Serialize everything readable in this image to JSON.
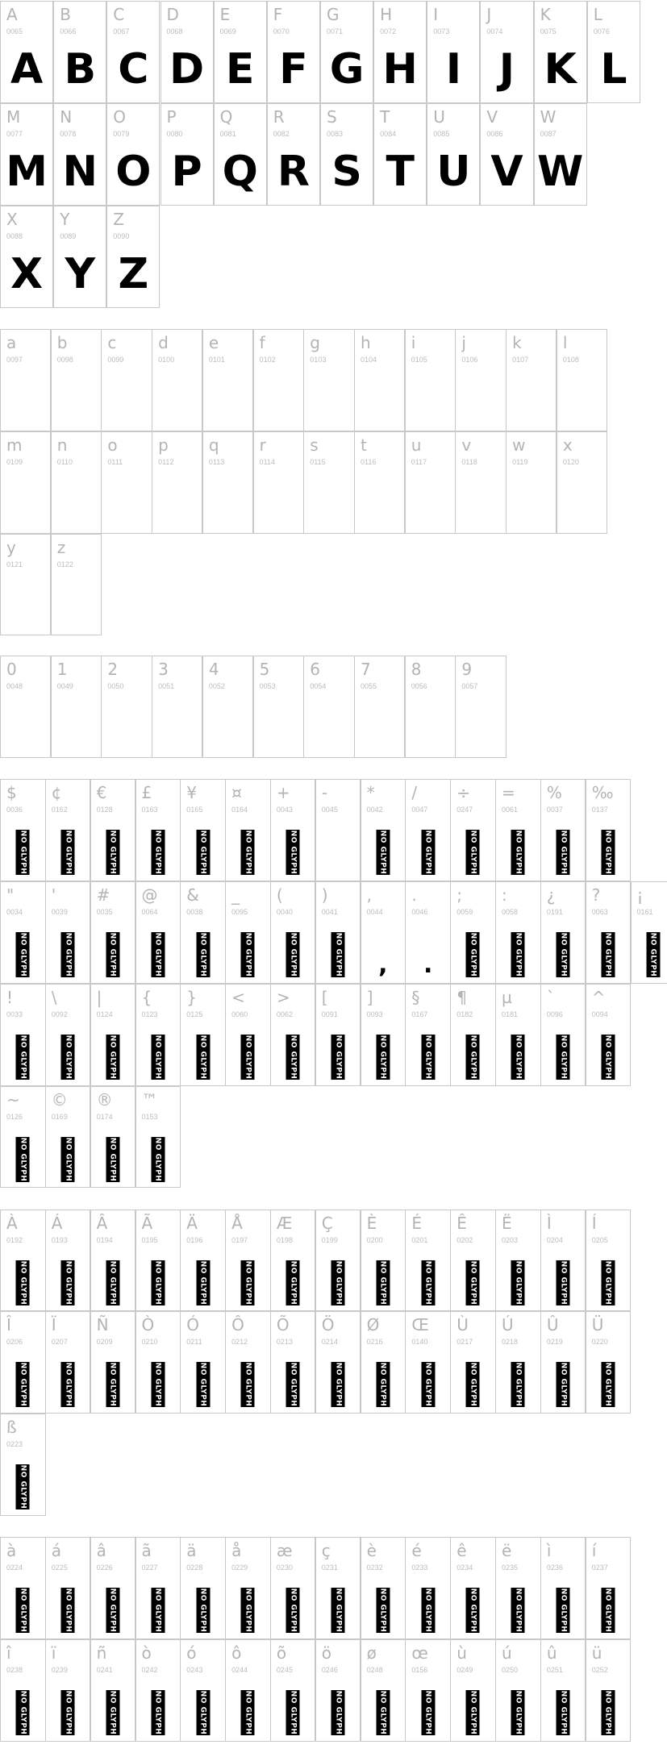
{
  "no_glyph_label": "NO GLYPH",
  "groups": [
    {
      "name": "uppercase",
      "rows": [
        [
          [
            "A",
            "0065",
            "glyph"
          ],
          [
            "B",
            "0066",
            "glyph"
          ],
          [
            "C",
            "0067",
            "glyph"
          ],
          [
            "D",
            "0068",
            "glyph"
          ],
          [
            "E",
            "0069",
            "glyph"
          ],
          [
            "F",
            "0070",
            "glyph"
          ],
          [
            "G",
            "0071",
            "glyph"
          ],
          [
            "H",
            "0072",
            "glyph"
          ],
          [
            "I",
            "0073",
            "glyph"
          ],
          [
            "J",
            "0074",
            "glyph"
          ],
          [
            "K",
            "0075",
            "glyph"
          ],
          [
            "L",
            "0076",
            "glyph"
          ]
        ],
        [
          [
            "M",
            "0077",
            "glyph"
          ],
          [
            "N",
            "0078",
            "glyph"
          ],
          [
            "O",
            "0079",
            "glyph"
          ],
          [
            "P",
            "0080",
            "glyph"
          ],
          [
            "Q",
            "0081",
            "glyph"
          ],
          [
            "R",
            "0082",
            "glyph"
          ],
          [
            "S",
            "0083",
            "glyph"
          ],
          [
            "T",
            "0084",
            "glyph"
          ],
          [
            "U",
            "0085",
            "glyph"
          ],
          [
            "V",
            "0086",
            "glyph"
          ],
          [
            "W",
            "0087",
            "glyph"
          ]
        ],
        [
          [
            "X",
            "0088",
            "glyph"
          ],
          [
            "Y",
            "0089",
            "glyph"
          ],
          [
            "Z",
            "0090",
            "glyph"
          ]
        ]
      ]
    },
    {
      "name": "lowercase",
      "rows": [
        [
          [
            "a",
            "0097",
            "empty"
          ],
          [
            "b",
            "0098",
            "empty"
          ],
          [
            "c",
            "0099",
            "empty"
          ],
          [
            "d",
            "0100",
            "empty"
          ],
          [
            "e",
            "0101",
            "empty"
          ],
          [
            "f",
            "0102",
            "empty"
          ],
          [
            "g",
            "0103",
            "empty"
          ],
          [
            "h",
            "0104",
            "empty"
          ],
          [
            "i",
            "0105",
            "empty"
          ],
          [
            "j",
            "0106",
            "empty"
          ],
          [
            "k",
            "0107",
            "empty"
          ],
          [
            "l",
            "0108",
            "empty"
          ]
        ],
        [
          [
            "m",
            "0109",
            "empty"
          ],
          [
            "n",
            "0110",
            "empty"
          ],
          [
            "o",
            "0111",
            "empty"
          ],
          [
            "p",
            "0112",
            "empty"
          ],
          [
            "q",
            "0113",
            "empty"
          ],
          [
            "r",
            "0114",
            "empty"
          ],
          [
            "s",
            "0115",
            "empty"
          ],
          [
            "t",
            "0116",
            "empty"
          ],
          [
            "u",
            "0117",
            "empty"
          ],
          [
            "v",
            "0118",
            "empty"
          ],
          [
            "w",
            "0119",
            "empty"
          ],
          [
            "x",
            "0120",
            "empty"
          ]
        ],
        [
          [
            "y",
            "0121",
            "empty"
          ],
          [
            "z",
            "0122",
            "empty"
          ]
        ]
      ]
    },
    {
      "name": "digits",
      "rows": [
        [
          [
            "0",
            "0048",
            "empty"
          ],
          [
            "1",
            "0049",
            "empty"
          ],
          [
            "2",
            "0050",
            "empty"
          ],
          [
            "3",
            "0051",
            "empty"
          ],
          [
            "4",
            "0052",
            "empty"
          ],
          [
            "5",
            "0053",
            "empty"
          ],
          [
            "6",
            "0054",
            "empty"
          ],
          [
            "7",
            "0055",
            "empty"
          ],
          [
            "8",
            "0056",
            "empty"
          ],
          [
            "9",
            "0057",
            "empty"
          ]
        ]
      ]
    },
    {
      "name": "punctuation",
      "rows": [
        [
          [
            "$",
            "0036",
            "noglyph"
          ],
          [
            "¢",
            "0162",
            "noglyph"
          ],
          [
            "€",
            "0128",
            "noglyph"
          ],
          [
            "£",
            "0163",
            "noglyph"
          ],
          [
            "¥",
            "0165",
            "noglyph"
          ],
          [
            "¤",
            "0164",
            "noglyph"
          ],
          [
            "+",
            "0043",
            "noglyph"
          ],
          [
            "-",
            "0045",
            "empty"
          ],
          [
            "*",
            "0042",
            "noglyph"
          ],
          [
            "/",
            "0047",
            "noglyph"
          ],
          [
            "÷",
            "0247",
            "noglyph"
          ],
          [
            "=",
            "0061",
            "noglyph"
          ],
          [
            "%",
            "0037",
            "noglyph"
          ],
          [
            "‰",
            "0137",
            "noglyph"
          ]
        ],
        [
          [
            "\"",
            "0034",
            "noglyph"
          ],
          [
            "'",
            "0039",
            "noglyph"
          ],
          [
            "#",
            "0035",
            "noglyph"
          ],
          [
            "@",
            "0064",
            "noglyph"
          ],
          [
            "&",
            "0038",
            "noglyph"
          ],
          [
            "_",
            "0095",
            "noglyph"
          ],
          [
            "(",
            "0040",
            "noglyph"
          ],
          [
            ")",
            "0041",
            "noglyph"
          ],
          [
            ",",
            "0044",
            "dot"
          ],
          [
            ".",
            "0046",
            "dot"
          ],
          [
            ";",
            "0059",
            "noglyph"
          ],
          [
            ":",
            "0058",
            "noglyph"
          ],
          [
            "¿",
            "0191",
            "noglyph"
          ],
          [
            "?",
            "0063",
            "noglyph"
          ],
          [
            "¡",
            "0161",
            "noglyph"
          ]
        ],
        [
          [
            "!",
            "0033",
            "noglyph"
          ],
          [
            "\\",
            "0092",
            "noglyph"
          ],
          [
            "|",
            "0124",
            "noglyph"
          ],
          [
            "{",
            "0123",
            "noglyph"
          ],
          [
            "}",
            "0125",
            "noglyph"
          ],
          [
            "<",
            "0060",
            "noglyph"
          ],
          [
            ">",
            "0062",
            "noglyph"
          ],
          [
            "[",
            "0091",
            "noglyph"
          ],
          [
            "]",
            "0093",
            "noglyph"
          ],
          [
            "§",
            "0167",
            "noglyph"
          ],
          [
            "¶",
            "0182",
            "noglyph"
          ],
          [
            "µ",
            "0181",
            "noglyph"
          ],
          [
            "`",
            "0096",
            "noglyph"
          ],
          [
            "^",
            "0094",
            "noglyph"
          ]
        ],
        [
          [
            "~",
            "0126",
            "noglyph"
          ],
          [
            "©",
            "0169",
            "noglyph"
          ],
          [
            "®",
            "0174",
            "noglyph"
          ],
          [
            "™",
            "0153",
            "noglyph"
          ]
        ]
      ]
    },
    {
      "name": "accented-uppercase",
      "rows": [
        [
          [
            "À",
            "0192",
            "noglyph"
          ],
          [
            "Á",
            "0193",
            "noglyph"
          ],
          [
            "Â",
            "0194",
            "noglyph"
          ],
          [
            "Ã",
            "0195",
            "noglyph"
          ],
          [
            "Ä",
            "0196",
            "noglyph"
          ],
          [
            "Å",
            "0197",
            "noglyph"
          ],
          [
            "Æ",
            "0198",
            "noglyph"
          ],
          [
            "Ç",
            "0199",
            "noglyph"
          ],
          [
            "È",
            "0200",
            "noglyph"
          ],
          [
            "É",
            "0201",
            "noglyph"
          ],
          [
            "Ê",
            "0202",
            "noglyph"
          ],
          [
            "Ë",
            "0203",
            "noglyph"
          ],
          [
            "Ì",
            "0204",
            "noglyph"
          ],
          [
            "Í",
            "0205",
            "noglyph"
          ]
        ],
        [
          [
            "Î",
            "0206",
            "noglyph"
          ],
          [
            "Ï",
            "0207",
            "noglyph"
          ],
          [
            "Ñ",
            "0209",
            "noglyph"
          ],
          [
            "Ò",
            "0210",
            "noglyph"
          ],
          [
            "Ó",
            "0211",
            "noglyph"
          ],
          [
            "Ô",
            "0212",
            "noglyph"
          ],
          [
            "Õ",
            "0213",
            "noglyph"
          ],
          [
            "Ö",
            "0214",
            "noglyph"
          ],
          [
            "Ø",
            "0216",
            "noglyph"
          ],
          [
            "Œ",
            "0140",
            "noglyph"
          ],
          [
            "Ù",
            "0217",
            "noglyph"
          ],
          [
            "Ú",
            "0218",
            "noglyph"
          ],
          [
            "Û",
            "0219",
            "noglyph"
          ],
          [
            "Ü",
            "0220",
            "noglyph"
          ]
        ],
        [
          [
            "ß",
            "0223",
            "noglyph"
          ]
        ]
      ]
    },
    {
      "name": "accented-lowercase",
      "rows": [
        [
          [
            "à",
            "0224",
            "noglyph"
          ],
          [
            "á",
            "0225",
            "noglyph"
          ],
          [
            "â",
            "0226",
            "noglyph"
          ],
          [
            "ã",
            "0227",
            "noglyph"
          ],
          [
            "ä",
            "0228",
            "noglyph"
          ],
          [
            "å",
            "0229",
            "noglyph"
          ],
          [
            "æ",
            "0230",
            "noglyph"
          ],
          [
            "ç",
            "0231",
            "noglyph"
          ],
          [
            "è",
            "0232",
            "noglyph"
          ],
          [
            "é",
            "0233",
            "noglyph"
          ],
          [
            "ê",
            "0234",
            "noglyph"
          ],
          [
            "ë",
            "0235",
            "noglyph"
          ],
          [
            "ì",
            "0236",
            "noglyph"
          ],
          [
            "í",
            "0237",
            "noglyph"
          ]
        ],
        [
          [
            "î",
            "0238",
            "noglyph"
          ],
          [
            "ï",
            "0239",
            "noglyph"
          ],
          [
            "ñ",
            "0241",
            "noglyph"
          ],
          [
            "ò",
            "0242",
            "noglyph"
          ],
          [
            "ó",
            "0243",
            "noglyph"
          ],
          [
            "ô",
            "0244",
            "noglyph"
          ],
          [
            "õ",
            "0245",
            "noglyph"
          ],
          [
            "ö",
            "0246",
            "noglyph"
          ],
          [
            "ø",
            "0248",
            "noglyph"
          ],
          [
            "œ",
            "0156",
            "noglyph"
          ],
          [
            "ù",
            "0249",
            "noglyph"
          ],
          [
            "ú",
            "0250",
            "noglyph"
          ],
          [
            "û",
            "0251",
            "noglyph"
          ],
          [
            "ü",
            "0252",
            "noglyph"
          ]
        ]
      ]
    }
  ]
}
